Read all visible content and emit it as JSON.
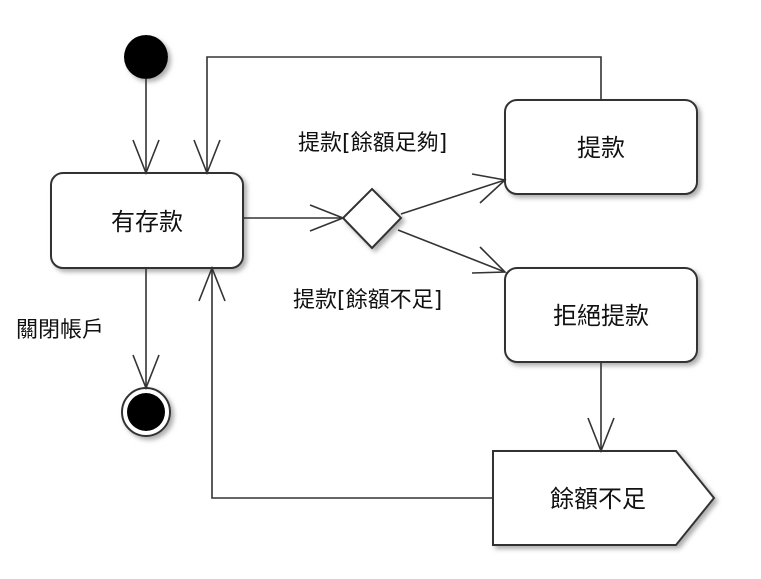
{
  "nodes": {
    "has_deposit": "有存款",
    "withdraw": "提款",
    "refuse_withdraw": "拒絕提款",
    "insufficient_signal": "餘額不足"
  },
  "edges": {
    "close_account": "關閉帳戶",
    "withdraw_sufficient": "提款[餘額足夠]",
    "withdraw_insufficient": "提款[餘額不足]"
  },
  "colors": {
    "stroke": "#333333",
    "node_fill": "#ffffff",
    "pseudo_state_fill": "#000000",
    "shadow": "#b0b0b0"
  }
}
